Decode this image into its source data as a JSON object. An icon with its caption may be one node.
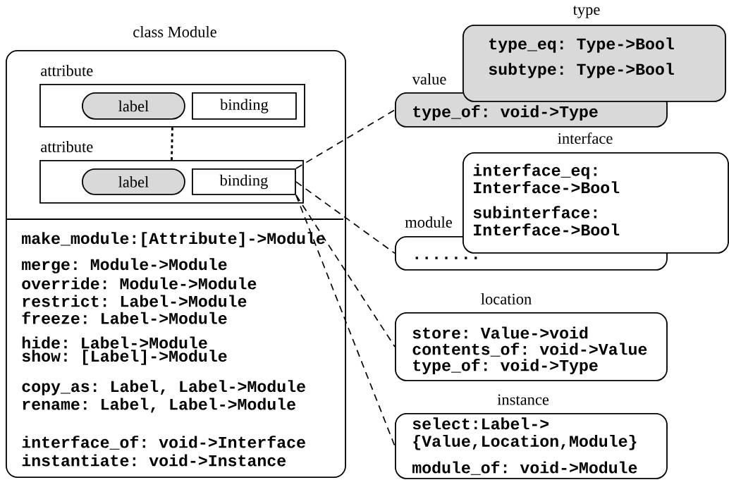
{
  "diagram": {
    "nodes": [
      {
        "text": [
          "class Module",
          "make_module:[Attribute]->Module",
          "merge: Module->Module",
          "override: Module->Module",
          "restrict: Label->Module",
          "freeze: Label->Module",
          "hide: Label->Module",
          "show: [Label]->Module",
          "copy_as: Label, Label->Module",
          "rename: Label, Label->Module",
          "interface_of: void->Interface",
          "instantiate: void->Instance"
        ]
      },
      {
        "text": [
          "attribute"
        ],
        "in": 0
      },
      {
        "text": [
          "label"
        ],
        "in": 1
      },
      {
        "text": [
          "binding"
        ],
        "in": 1
      },
      {
        "text": [
          "attribute"
        ],
        "in": 0
      },
      {
        "text": [
          "label"
        ],
        "in": 4
      },
      {
        "text": [
          "binding"
        ],
        "in": 4
      },
      {
        "text": [
          "type",
          "type_eq: Type->Bool",
          "subtype: Type->Bool"
        ]
      },
      {
        "text": [
          "value",
          "type_of: void->Type"
        ]
      },
      {
        "text": [
          "interface",
          "interface_eq: Interface->Bool",
          "subinterface: Interface->Bool"
        ]
      },
      {
        "text": [
          "module",
          "......."
        ]
      },
      {
        "text": [
          "location",
          "store: Value->void",
          "contents_of: void->Value",
          "type_of: void->Type"
        ]
      },
      {
        "text": [
          "instance",
          "select:Label-> {Value,Location,Module}",
          "module_of: void->Module"
        ]
      }
    ],
    "edges": [
      {
        "from": 1,
        "to": 4,
        "arrow": "none",
        "style": "dashed"
      },
      {
        "from": 6,
        "to": 8,
        "arrow": "none",
        "style": "dashed"
      },
      {
        "from": 6,
        "to": 10,
        "arrow": "none",
        "style": "dashed"
      },
      {
        "from": 6,
        "to": 11,
        "arrow": "none",
        "style": "dashed"
      },
      {
        "from": 6,
        "to": 12,
        "arrow": "none",
        "style": "dashed"
      }
    ]
  }
}
